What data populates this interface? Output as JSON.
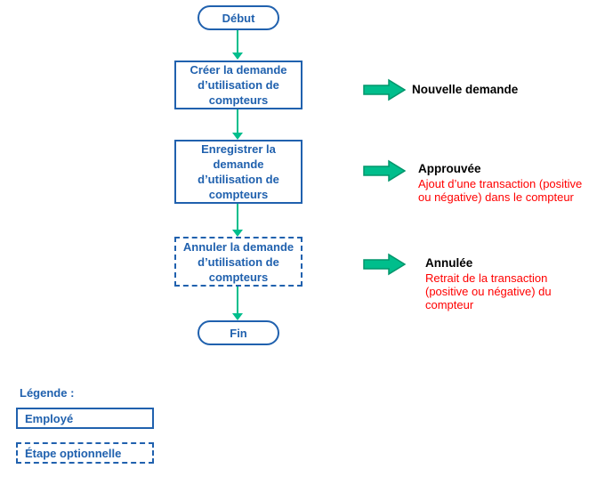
{
  "colors": {
    "blue": "#2061AE",
    "green": "#00BE8C",
    "green_dark": "#00956B",
    "red": "#FF0000",
    "black": "#000000"
  },
  "flowchart": {
    "start_label": "Début",
    "end_label": "Fin",
    "steps": [
      {
        "label": "Créer la demande\nd’utilisation de\ncompteurs",
        "optional": false
      },
      {
        "label": "Enregistrer la\ndemande\nd’utilisation de\ncompteurs",
        "optional": false
      },
      {
        "label": "Annuler la demande\nd’utilisation de\ncompteurs",
        "optional": true
      }
    ]
  },
  "annotations": [
    {
      "title": "Nouvelle demande",
      "description": ""
    },
    {
      "title": "Approuvée",
      "description": "Ajout d’une transaction (positive\nou négative) dans le compteur"
    },
    {
      "title": "Annulée",
      "description": "Retrait de la transaction\n(positive ou négative) du\ncompteur"
    }
  ],
  "legend": {
    "title": "Légende :",
    "items": [
      {
        "label": "Employé",
        "border_style": "solid"
      },
      {
        "label": "Étape optionnelle",
        "border_style": "dashed"
      }
    ]
  }
}
